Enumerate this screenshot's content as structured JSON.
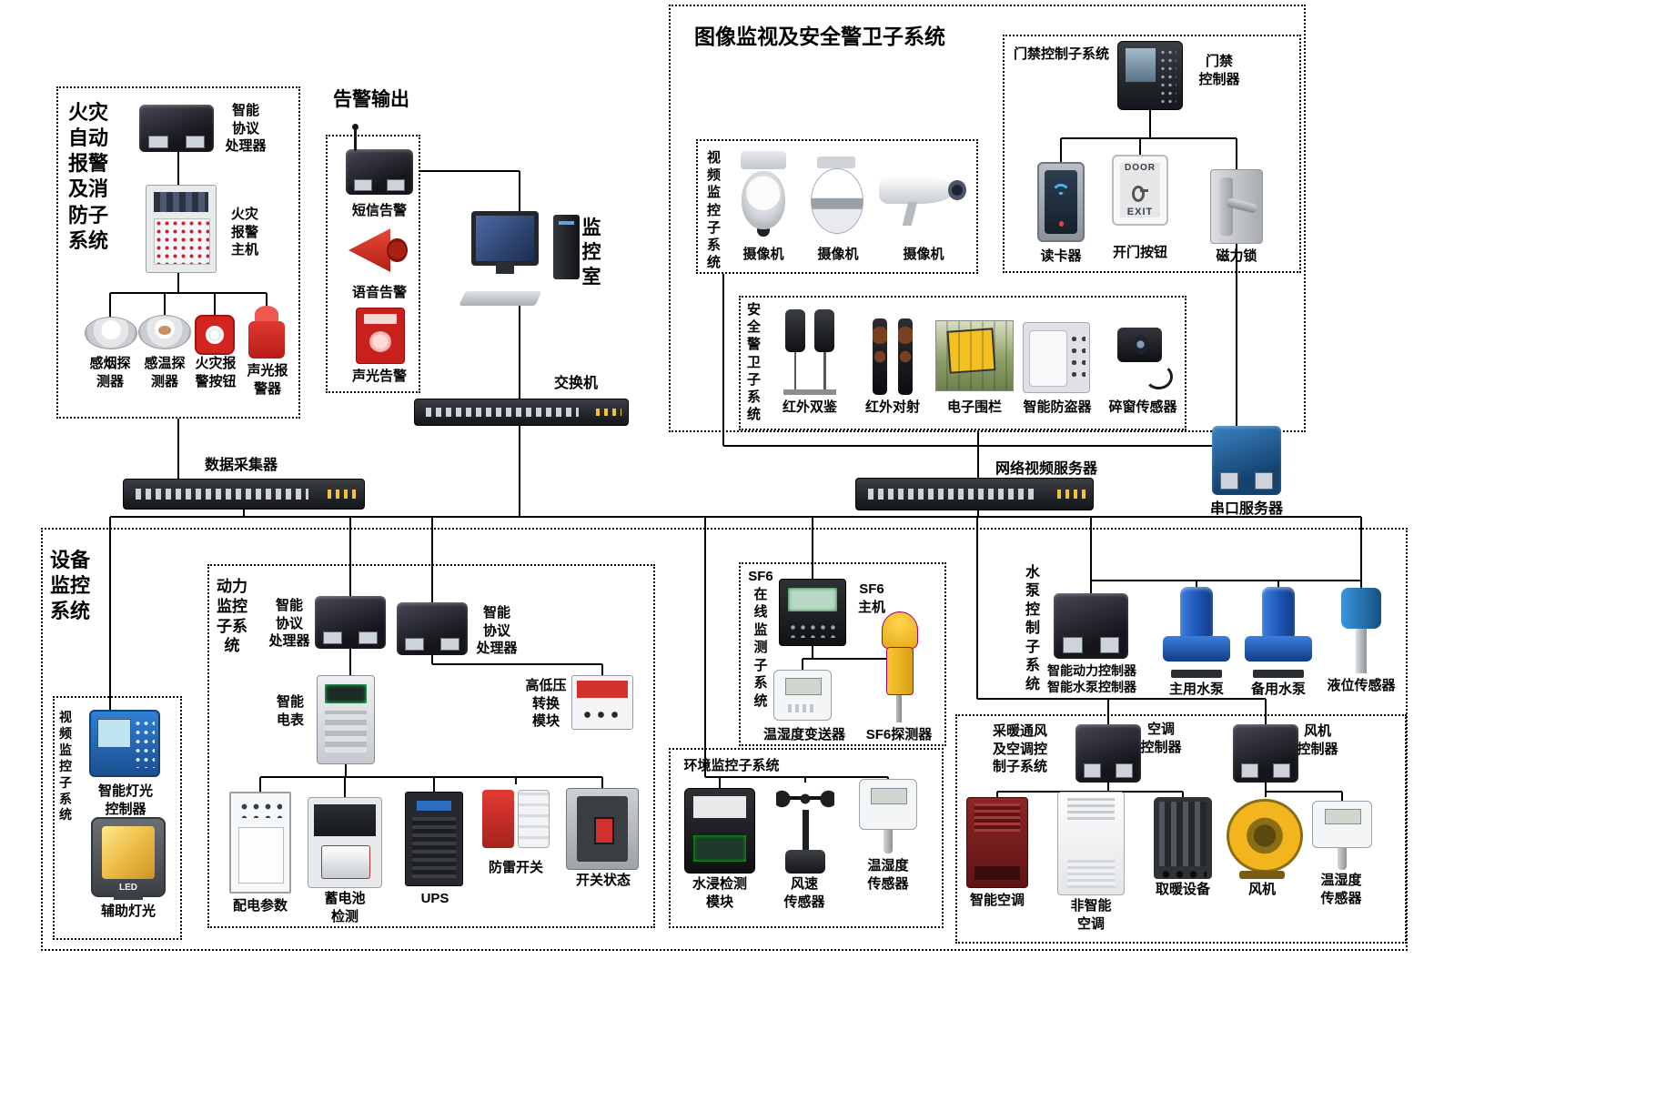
{
  "fire": {
    "title": "火灾自动报警及消防子系统",
    "processor": "智能\n协议\n处理器",
    "host": "火灾\n报警\n主机",
    "smoke": "感烟探\n测器",
    "heat": "感温探\n测器",
    "button": "火灾报\n警按钮",
    "sound_light": "声光报\n警器"
  },
  "alarm_out": {
    "title": "告警输出",
    "sms": "短信告警",
    "voice": "语音告警",
    "sound_light": "声光告警"
  },
  "control_room": {
    "label": "监控室",
    "switch": "交换机"
  },
  "surveillance": {
    "title": "图像监视及安全警卫子系统",
    "video": {
      "title": "视频监控子系统",
      "cam1": "摄像机",
      "cam2": "摄像机",
      "cam3": "摄像机"
    },
    "access": {
      "title": "门禁控制子系统",
      "controller": "门禁\n控制器",
      "reader": "读卡器",
      "button": "开门按钮",
      "lock": "磁力锁",
      "door": "DOOR",
      "exit": "EXIT"
    },
    "security": {
      "title": "安全警卫子系统",
      "ir_dual": "红外双鉴",
      "ir_beam": "红外对射",
      "fence": "电子围栏",
      "burglar": "智能防盗器",
      "window": "碎窗传感器"
    }
  },
  "backbone": {
    "collector": "数据采集器",
    "nvr": "网络视频服务器",
    "serial": "串口服务器"
  },
  "equipment": {
    "title": "设备监控系统",
    "video": {
      "title": "视频监控子系统",
      "light_ctrl": "智能灯光\n控制器",
      "aux_light": "辅助灯光",
      "led": "LED"
    },
    "power": {
      "title": "动力监控子系统",
      "proc1": "智能\n协议\n处理器",
      "proc2": "智能\n协议\n处理器",
      "meter": "智能\n电表",
      "hv": "高低压\n转换\n模块",
      "dist": "配电参数",
      "battery": "蓄电池\n检测",
      "ups": "UPS",
      "spd": "防雷开关",
      "status": "开关状态"
    },
    "sf6": {
      "title": "SF6\n在\n线\n监\n测\n子\n系\n统",
      "host": "SF6\n主机",
      "th": "温湿度变送器",
      "detector": "SF6探测器"
    },
    "env": {
      "title": "环境监控子系统",
      "water": "水浸检测\n模块",
      "wind": "风速\n传感器",
      "th": "温湿度\n传感器"
    },
    "pump": {
      "title": "水泵控制子系统",
      "ctrl1": "智能动力控制器",
      "ctrl2": "智能水泵控制器",
      "main": "主用水泵",
      "backup": "备用水泵",
      "level": "液位传感器"
    },
    "hvac": {
      "title": "采暖通风\n及空调控\n制子系统",
      "ac_ctrl": "空调\n控制器",
      "fan_ctrl": "风机\n控制器",
      "smart_ac": "智能空调",
      "plain_ac": "非智能\n空调",
      "heater": "取暖设备",
      "fan": "风机",
      "th": "温湿度\n传感器"
    }
  }
}
